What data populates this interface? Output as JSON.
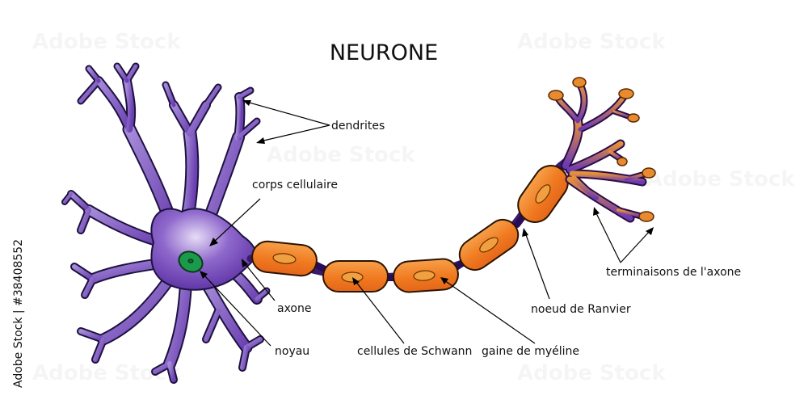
{
  "title": "NEURONE",
  "labels": {
    "dendrites": "dendrites",
    "corps_cellulaire": "corps cellulaire",
    "axone": "axone",
    "noyau": "noyau",
    "cellules_schwann": "cellules de Schwann",
    "gaine_myeline": "gaine de myéline",
    "noeud_ranvier": "noeud de Ranvier",
    "terminaisons": "terminaisons de l'axone"
  },
  "stock": {
    "id_text": "Adobe Stock | #38408552",
    "watermark": "Adobe Stock"
  },
  "colors": {
    "neuron_purple": "#6a3fb0",
    "neuron_outline": "#1e1240",
    "nucleus_green": "#1a9a4a",
    "schwann_orange": "#f07820",
    "node_dark_purple": "#2a0d5a"
  }
}
